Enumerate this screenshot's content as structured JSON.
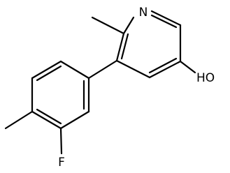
{
  "molecule": {
    "atoms": {
      "nitrogen": "N",
      "hydroxyl": "HO",
      "fluorine": "F"
    },
    "line_color": "#000000",
    "background_color": "#ffffff"
  }
}
